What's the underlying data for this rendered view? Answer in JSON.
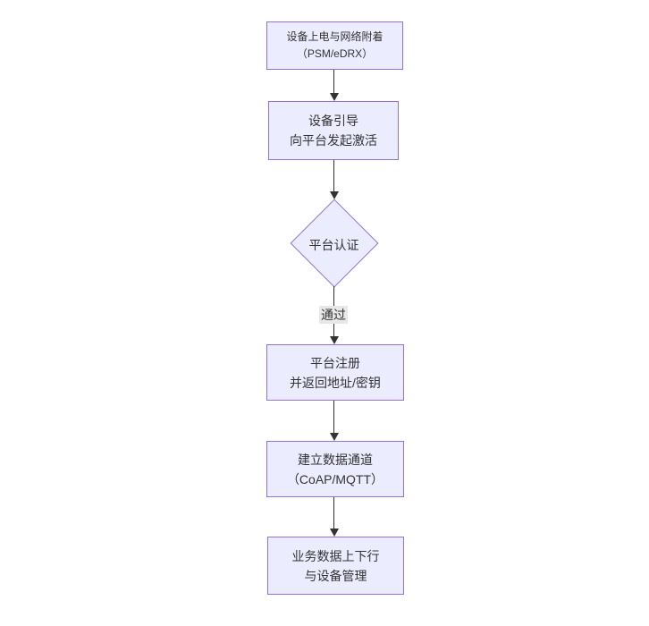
{
  "diagram": {
    "type": "flowchart",
    "direction": "top-down",
    "nodes": [
      {
        "id": "power-attach",
        "shape": "rect",
        "lines": [
          "设备上电与网络附着",
          "（PSM/eDRX）"
        ]
      },
      {
        "id": "bootstrap",
        "shape": "rect",
        "lines": [
          "设备引导",
          "向平台发起激活"
        ]
      },
      {
        "id": "auth",
        "shape": "diamond",
        "lines": [
          "平台认证"
        ]
      },
      {
        "id": "register",
        "shape": "rect",
        "lines": [
          "平台注册",
          "并返回地址/密钥"
        ]
      },
      {
        "id": "channel",
        "shape": "rect",
        "lines": [
          "建立数据通道",
          "（CoAP/MQTT）"
        ]
      },
      {
        "id": "business",
        "shape": "rect",
        "lines": [
          "业务数据上下行",
          "与设备管理"
        ]
      }
    ],
    "edges": [
      {
        "from": "power-attach",
        "to": "bootstrap",
        "label": ""
      },
      {
        "from": "bootstrap",
        "to": "auth",
        "label": ""
      },
      {
        "from": "auth",
        "to": "register",
        "label": "通过"
      },
      {
        "from": "register",
        "to": "channel",
        "label": ""
      },
      {
        "from": "channel",
        "to": "business",
        "label": ""
      }
    ]
  },
  "colors": {
    "node-fill": "#ECECFF",
    "node-border": "#9370DB",
    "edge": "#333333",
    "text": "#333333",
    "edge-label-bg": "#e8e8e8",
    "background": "#ffffff"
  }
}
